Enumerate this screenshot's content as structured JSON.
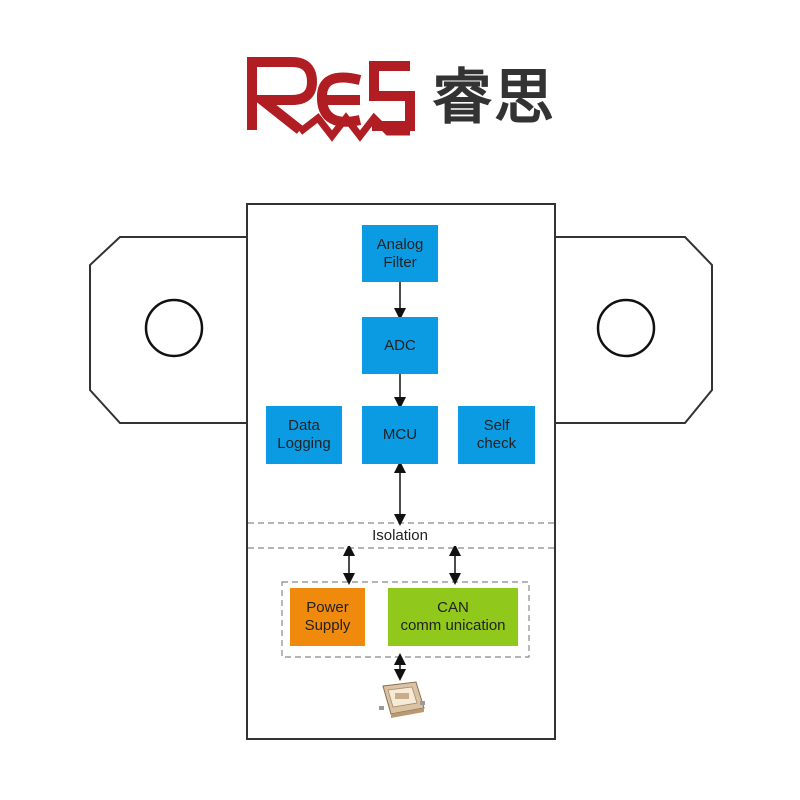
{
  "brand": {
    "logo_text": "RES",
    "chinese_name": "睿思",
    "logo_color": "#b01e23"
  },
  "blocks": {
    "analog_filter": "Analog\nFilter",
    "adc": "ADC",
    "mcu": "MCU",
    "data_logging": "Data\nLogging",
    "self_check": "Self\ncheck",
    "power_supply": "Power\nSupply",
    "can_communication": "CAN\ncomm unication"
  },
  "isolation": "Isolation",
  "colors": {
    "processing_block": "#0a9be3",
    "power_block": "#f08a0c",
    "can_block": "#90c81c",
    "outline": "#333333"
  }
}
